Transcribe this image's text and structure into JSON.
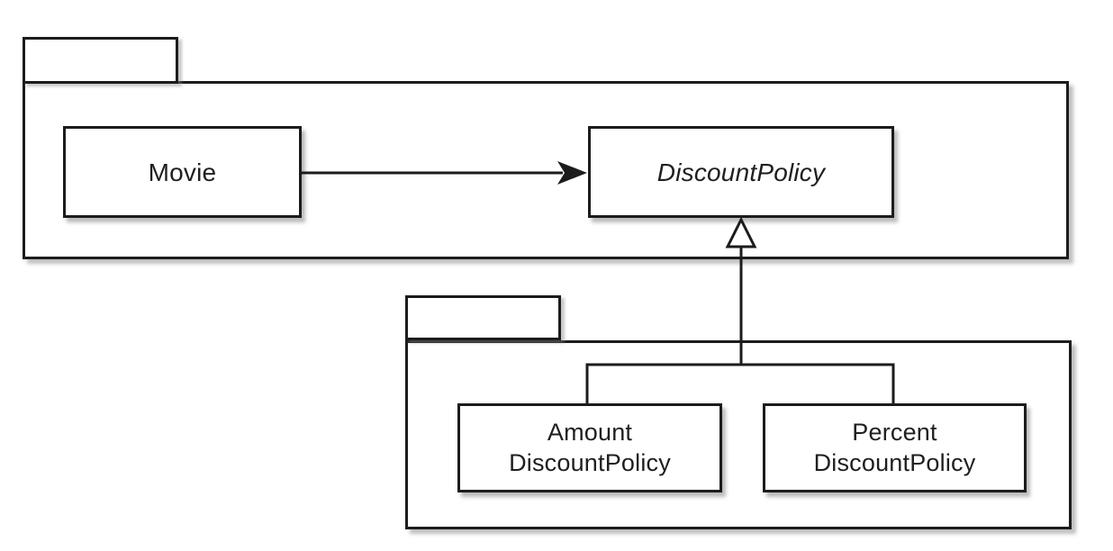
{
  "diagram": {
    "kind": "uml-package-diagram",
    "packages": [
      {
        "id": "top-package",
        "tab_label": "",
        "contains": [
          "Movie",
          "DiscountPolicy"
        ]
      },
      {
        "id": "bottom-package",
        "tab_label": "",
        "contains": [
          "AmountDiscountPolicy",
          "PercentDiscountPolicy"
        ]
      }
    ]
  },
  "classes": {
    "movie": {
      "label": "Movie",
      "abstract": false
    },
    "discount_policy": {
      "label": "DiscountPolicy",
      "abstract": true
    },
    "amount_discount_policy": {
      "line1": "Amount",
      "line2": "DiscountPolicy",
      "abstract": false
    },
    "percent_discount_policy": {
      "line1": "Percent",
      "line2": "DiscountPolicy",
      "abstract": false
    }
  },
  "relationships": [
    {
      "type": "association-arrow",
      "from": "Movie",
      "to": "DiscountPolicy"
    },
    {
      "type": "generalization",
      "parent": "DiscountPolicy",
      "children": [
        "AmountDiscountPolicy",
        "PercentDiscountPolicy"
      ]
    }
  ],
  "colors": {
    "stroke": "#1c1c1c",
    "box_fill": "#ffffff",
    "background": "#ffffff",
    "shadow": "#9a9a9a"
  }
}
